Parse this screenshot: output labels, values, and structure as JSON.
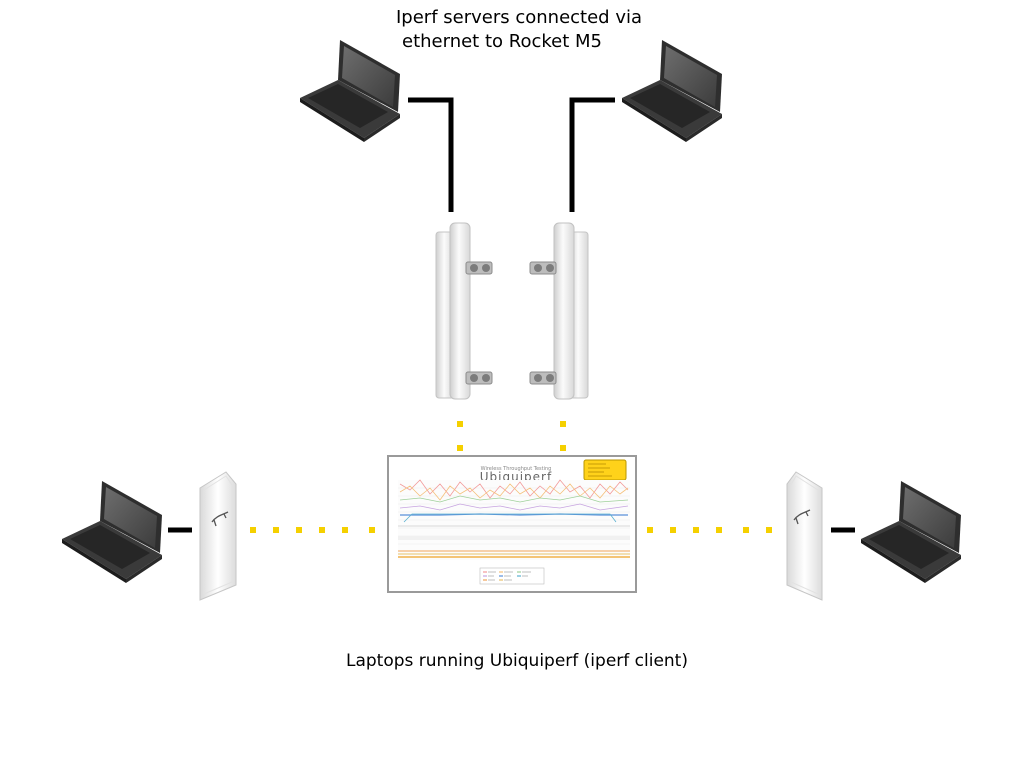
{
  "captions": {
    "top_line1": "Iperf servers connected via",
    "top_line2": "ethernet to Rocket M5",
    "bottom": "Laptops running Ubiquiperf (iperf client)"
  },
  "screenshot": {
    "title": "Ubiquiperf",
    "subtitle": "Wireless Throughput Testing"
  },
  "colors": {
    "cable": "#000000",
    "wireless_link": "#f5d000",
    "laptop_body": "#3a3a3a",
    "laptop_screen": "#5a5a5a",
    "antenna": "#e9e9e9",
    "note_fill": "#ffd21a"
  },
  "icons": [
    "laptop-icon",
    "sector-antenna-icon",
    "cpe-radio-icon",
    "ubiquiti-logo-icon"
  ]
}
